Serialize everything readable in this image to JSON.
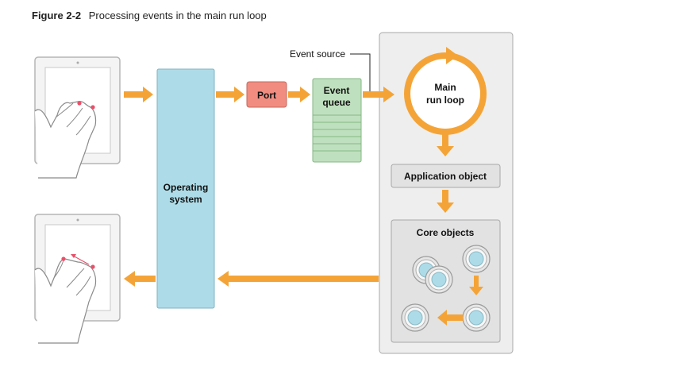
{
  "figure": {
    "number": "Figure 2-2",
    "title": "Processing events in the main run loop"
  },
  "labels": {
    "event_source": "Event source",
    "port": "Port",
    "event_queue_line1": "Event",
    "event_queue_line2": "queue",
    "main_run_loop_line1": "Main",
    "main_run_loop_line2": "run loop",
    "operating_system_line1": "Operating",
    "operating_system_line2": "system",
    "application_object": "Application object",
    "core_objects": "Core objects"
  },
  "colors": {
    "arrow": "#F4A437",
    "operating_system_fill": "#ADDCE8",
    "port_fill": "#F08C80",
    "event_queue_fill": "#BFE0BE",
    "app_panel_fill": "#EEEEEE",
    "box_fill": "#E2E2E2",
    "core_object_center": "#ADDCE8",
    "touch_dot": "#E8506A"
  },
  "icons": {
    "device_top": "tablet-touch-icon",
    "device_bottom": "tablet-touch-icon",
    "core_object": "core-object-icon"
  }
}
